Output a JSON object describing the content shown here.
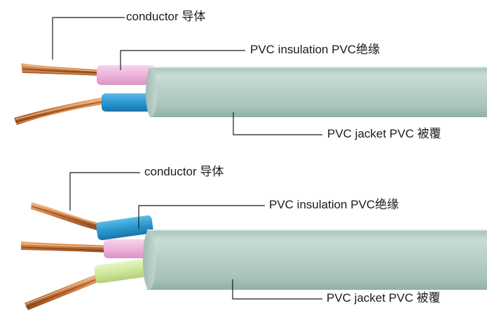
{
  "figure_1": {
    "conductor_label": "conductor 导体",
    "insulation_label": "PVC insulation  PVC绝缘",
    "jacket_label": "PVC jacket  PVC 被覆"
  },
  "figure_2": {
    "conductor_label": "conductor 导体",
    "insulation_label": "PVC insulation  PVC绝缘",
    "jacket_label": "PVC jacket  PVC 被覆"
  },
  "colors": {
    "jacket": "#b7cfc7",
    "copper": "#c77a3e",
    "insulation_pink": "#f0b7de",
    "insulation_blue": "#2f9fd6",
    "insulation_green_yellow": "#d4eaa0",
    "leader_line": "#1b1b1b"
  }
}
